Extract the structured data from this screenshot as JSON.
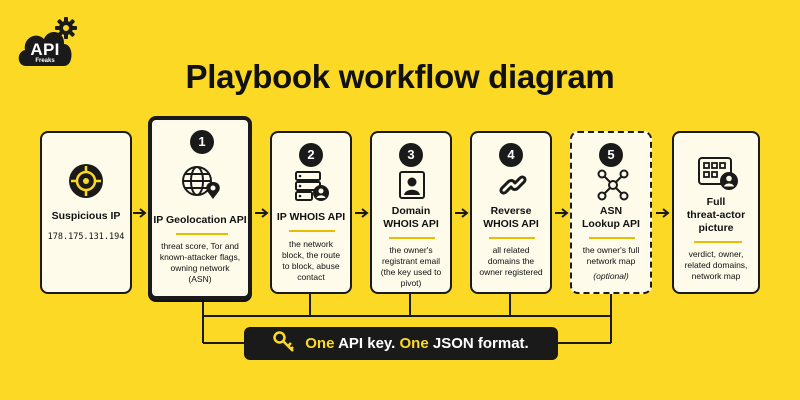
{
  "logo": {
    "text": "API",
    "sub": "Freaks"
  },
  "title": "Playbook workflow diagram",
  "cards": {
    "start": {
      "title": "Suspicious IP",
      "ip": "178.175.131.194"
    },
    "step1": {
      "num": "1",
      "title": "IP Geolocation API",
      "desc": "threat score, Tor and known-attacker flags, owning network (ASN)"
    },
    "step2": {
      "num": "2",
      "title": "IP WHOIS API",
      "desc": "the network block, the route to block, abuse contact"
    },
    "step3": {
      "num": "3",
      "title_a": "Domain",
      "title_b": "WHOIS API",
      "desc": "the owner's registrant email (the key used to pivot)"
    },
    "step4": {
      "num": "4",
      "title_a": "Reverse",
      "title_b": "WHOIS API",
      "desc": "all related domains the owner registered"
    },
    "step5": {
      "num": "5",
      "title_a": "ASN",
      "title_b": "Lookup API",
      "desc": "the owner's full network map",
      "note": "(optional)"
    },
    "end": {
      "title_a": "Full",
      "title_b": "threat-actor",
      "title_c": "picture",
      "desc": "verdict, owner, related domains, network map"
    }
  },
  "banner": {
    "w1": "One",
    "t1": " API key. ",
    "w2": "One",
    "t2": " JSON format."
  },
  "colors": {
    "background": "#FCD925",
    "dark": "#1a1a1a",
    "card": "#FEFBEA",
    "accent_rule": "#E8BC00"
  },
  "icons": [
    "gear-icon",
    "cloud-icon",
    "target-icon",
    "globe-pin-icon",
    "server-user-icon",
    "id-card-icon",
    "chain-link-icon",
    "network-nodes-icon",
    "dashboard-user-icon",
    "key-icon",
    "arrow-right-icon"
  ]
}
